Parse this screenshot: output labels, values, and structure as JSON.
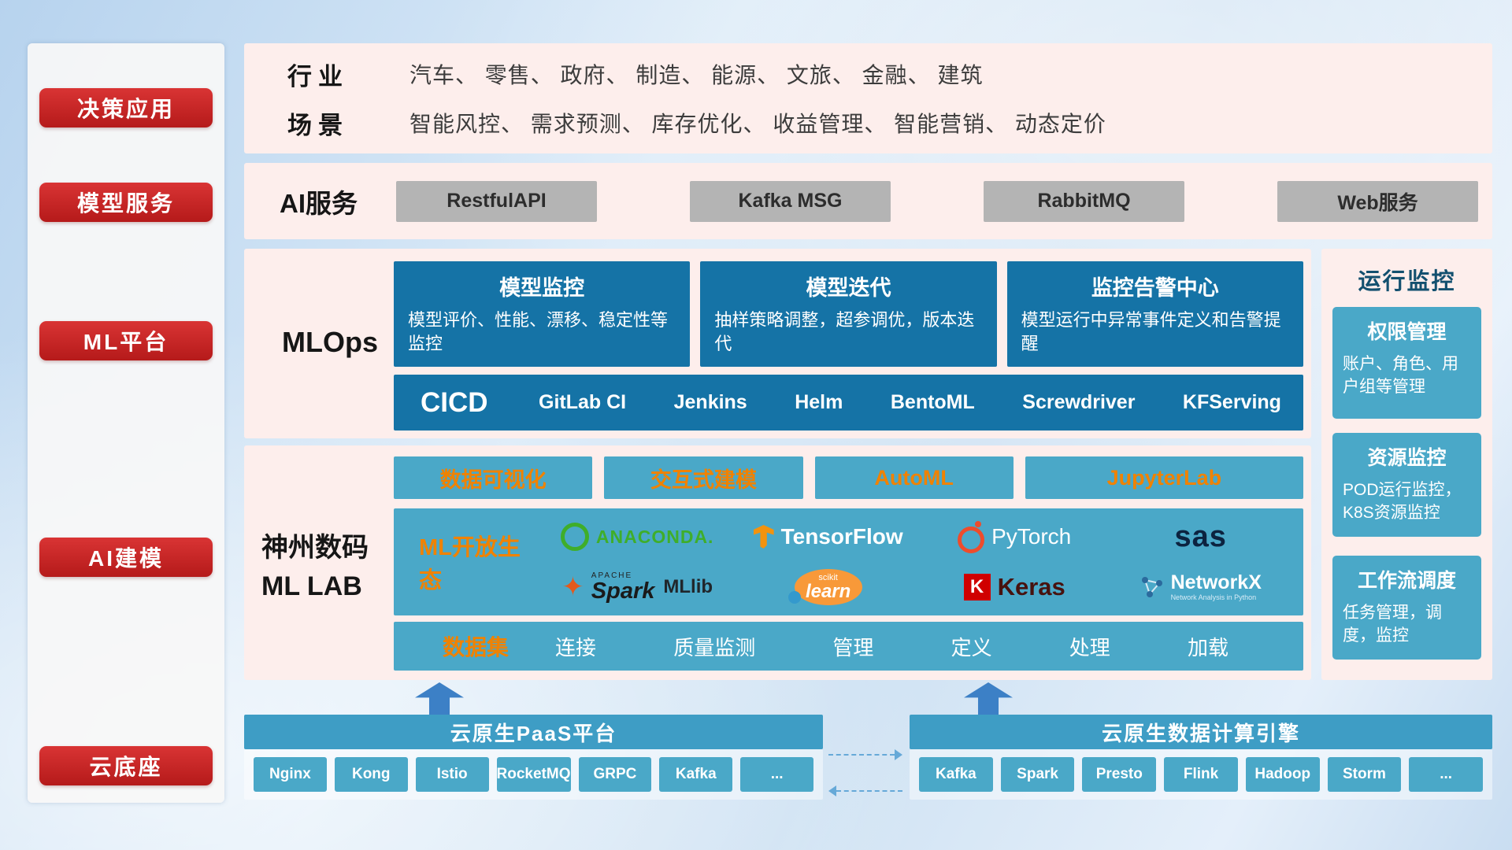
{
  "sidebar": {
    "items": [
      {
        "label": "决策应用"
      },
      {
        "label": "模型服务"
      },
      {
        "label": "ML平台"
      },
      {
        "label": "AI建模"
      },
      {
        "label": "云底座"
      }
    ]
  },
  "industry": {
    "row1_label": "行业",
    "row1_value": "汽车、 零售、 政府、 制造、 能源、 文旅、 金融、 建筑",
    "row2_label": "场景",
    "row2_value": "智能风控、 需求预测、 库存优化、 收益管理、 智能营销、 动态定价"
  },
  "ai_service": {
    "label": "AI服务",
    "services": [
      "RestfulAPI",
      "Kafka MSG",
      "RabbitMQ",
      "Web服务"
    ]
  },
  "mlops": {
    "label": "MLOps",
    "cards": [
      {
        "title": "模型监控",
        "desc": "模型评价、性能、漂移、稳定性等监控"
      },
      {
        "title": "模型迭代",
        "desc": "抽样策略调整，超参调优，版本迭代"
      },
      {
        "title": "监控告警中心",
        "desc": "模型运行中异常事件定义和告警提醒"
      }
    ],
    "cicd_label": "CICD",
    "cicd_tools": [
      "GitLab CI",
      "Jenkins",
      "Helm",
      "BentoML",
      "Screwdriver",
      "KFServing"
    ]
  },
  "monitoring": {
    "title": "运行监控",
    "cards": [
      {
        "title": "权限管理",
        "desc": "账户、角色、用户组等管理"
      },
      {
        "title": "资源监控",
        "desc": "POD运行监控，K8S资源监控"
      },
      {
        "title": "工作流调度",
        "desc": "任务管理，调度，监控"
      }
    ]
  },
  "mllab": {
    "label_line1": "神州数码",
    "label_line2": "ML LAB",
    "tools": [
      "数据可视化",
      "交互式建模",
      "AutoML",
      "JupyterLab"
    ],
    "ecosystem_label": "ML开放生态",
    "logos": {
      "anaconda": "ANACONDA.",
      "tensorflow": "TensorFlow",
      "pytorch": "PyTorch",
      "sas": "sas",
      "spark_apache": "APACHE",
      "spark": "Spark",
      "mllib": "MLlib",
      "scikit_top": "scikit",
      "scikit_main": "learn",
      "keras_k": "K",
      "keras": "Keras",
      "networkx": "NetworkX",
      "networkx_sub": "Network Analysis in Python"
    },
    "dataset_label": "数据集",
    "dataset_items": [
      "连接",
      "质量监测",
      "管理",
      "定义",
      "处理",
      "加载"
    ]
  },
  "cloud": {
    "paas_title": "云原生PaaS平台",
    "paas_items": [
      "Nginx",
      "Kong",
      "Istio",
      "RocketMQ",
      "GRPC",
      "Kafka",
      "..."
    ],
    "engine_title": "云原生数据计算引擎",
    "engine_items": [
      "Kafka",
      "Spark",
      "Presto",
      "Flink",
      "Hadoop",
      "Storm",
      "..."
    ]
  },
  "colors": {
    "accent_red": "#c01f1f",
    "deep_blue": "#1573a6",
    "teal": "#4aa8c8",
    "orange": "#f08200",
    "panel_pink": "#fdeeec",
    "bar_blue": "#3e9dc5"
  }
}
